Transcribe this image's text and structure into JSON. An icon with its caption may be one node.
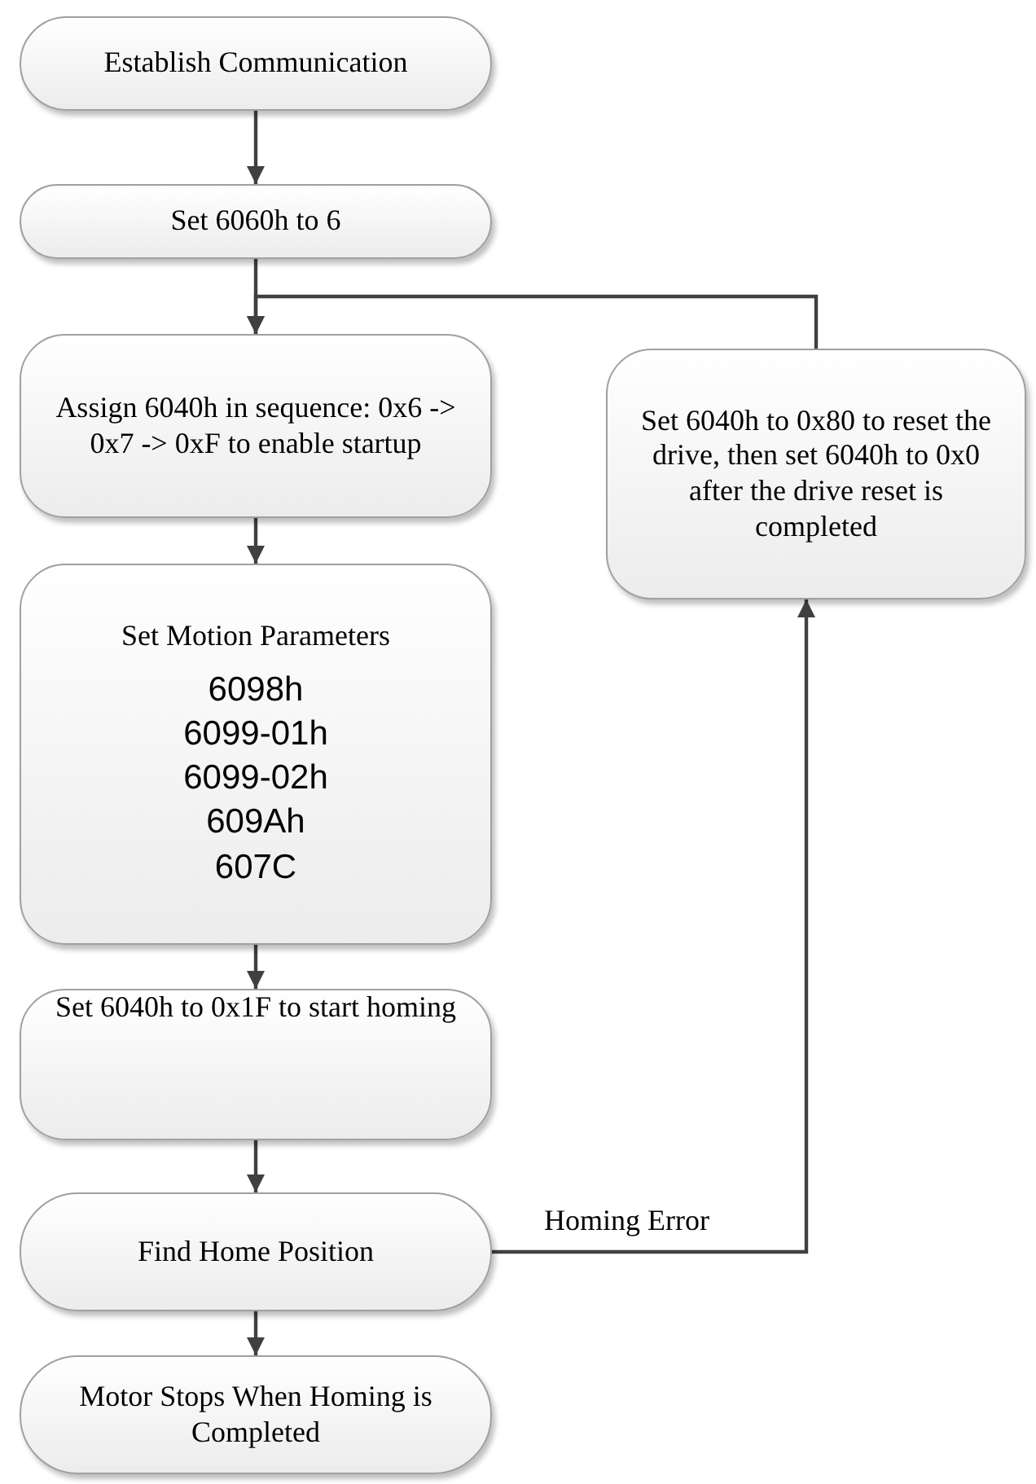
{
  "diagram": {
    "nodes": [
      {
        "text": [
          "Establish Communication"
        ]
      },
      {
        "text": [
          "Set 6060h to 6"
        ]
      },
      {
        "text": [
          "Assign 6040h in sequence: 0x6 -> 0x7 -> 0xF to enable startup"
        ]
      },
      {
        "text": [
          "Set Motion Parameters",
          "6098h",
          "6099-01h",
          "6099-02h",
          "609Ah",
          "607C"
        ]
      },
      {
        "text": [
          "Set 6040h to 0x1F to start homing"
        ]
      },
      {
        "text": [
          "Find Home Position"
        ]
      },
      {
        "text": [
          "Motor Stops When Homing is Completed"
        ]
      },
      {
        "text": [
          "Set 6040h to 0x80 to reset the drive, then set 6040h to 0x0 after the drive reset is completed"
        ]
      }
    ],
    "edges": [
      {
        "from": 0,
        "to": 1,
        "arrow": "to"
      },
      {
        "from": 1,
        "to": 2,
        "arrow": "to"
      },
      {
        "from": 2,
        "to": 3,
        "arrow": "to"
      },
      {
        "from": 3,
        "to": 4,
        "arrow": "to"
      },
      {
        "from": 4,
        "to": 5,
        "arrow": "to"
      },
      {
        "from": 5,
        "to": 6,
        "arrow": "to"
      },
      {
        "from": 5,
        "to": 7,
        "arrow": "to",
        "label": "Homing Error"
      },
      {
        "from": 7,
        "to": 2,
        "arrow": "to"
      }
    ]
  }
}
